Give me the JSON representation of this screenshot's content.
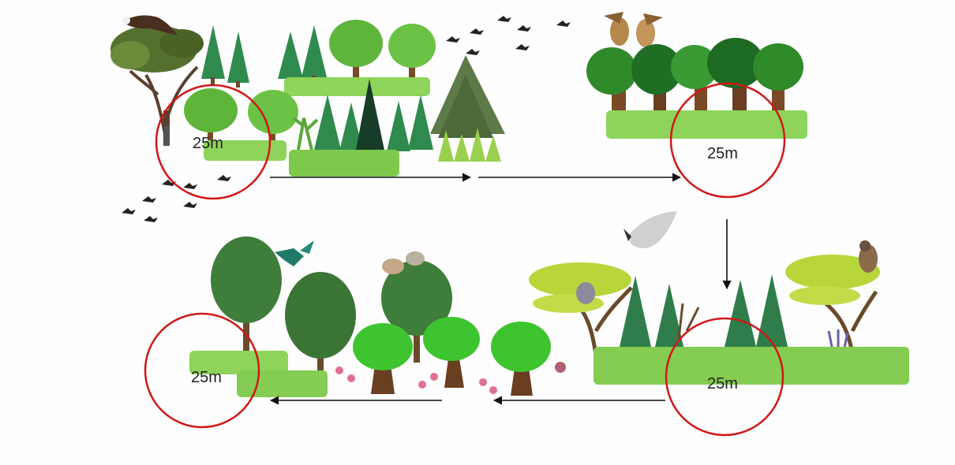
{
  "plots": [
    {
      "label": "25m"
    },
    {
      "label": "25m"
    },
    {
      "label": "25m"
    },
    {
      "label": "25m"
    }
  ],
  "colors": {
    "plot_circle": "#d01818",
    "arrow": "#111111",
    "grass": "#7ed04a",
    "grass_dark": "#4aa532",
    "conifer": "#2e7d4a",
    "broadleaf": "#5fb53a",
    "trunk": "#7a4a26",
    "acacia": "#b6d63a",
    "bird": "#222222"
  },
  "icons": [
    "eagle-icon",
    "sparrow-icon",
    "hummingbird-icon",
    "bird-flock-icon",
    "pine-tree-icon",
    "broadleaf-tree-icon",
    "acacia-tree-icon",
    "grass-icon",
    "flower-icon"
  ]
}
